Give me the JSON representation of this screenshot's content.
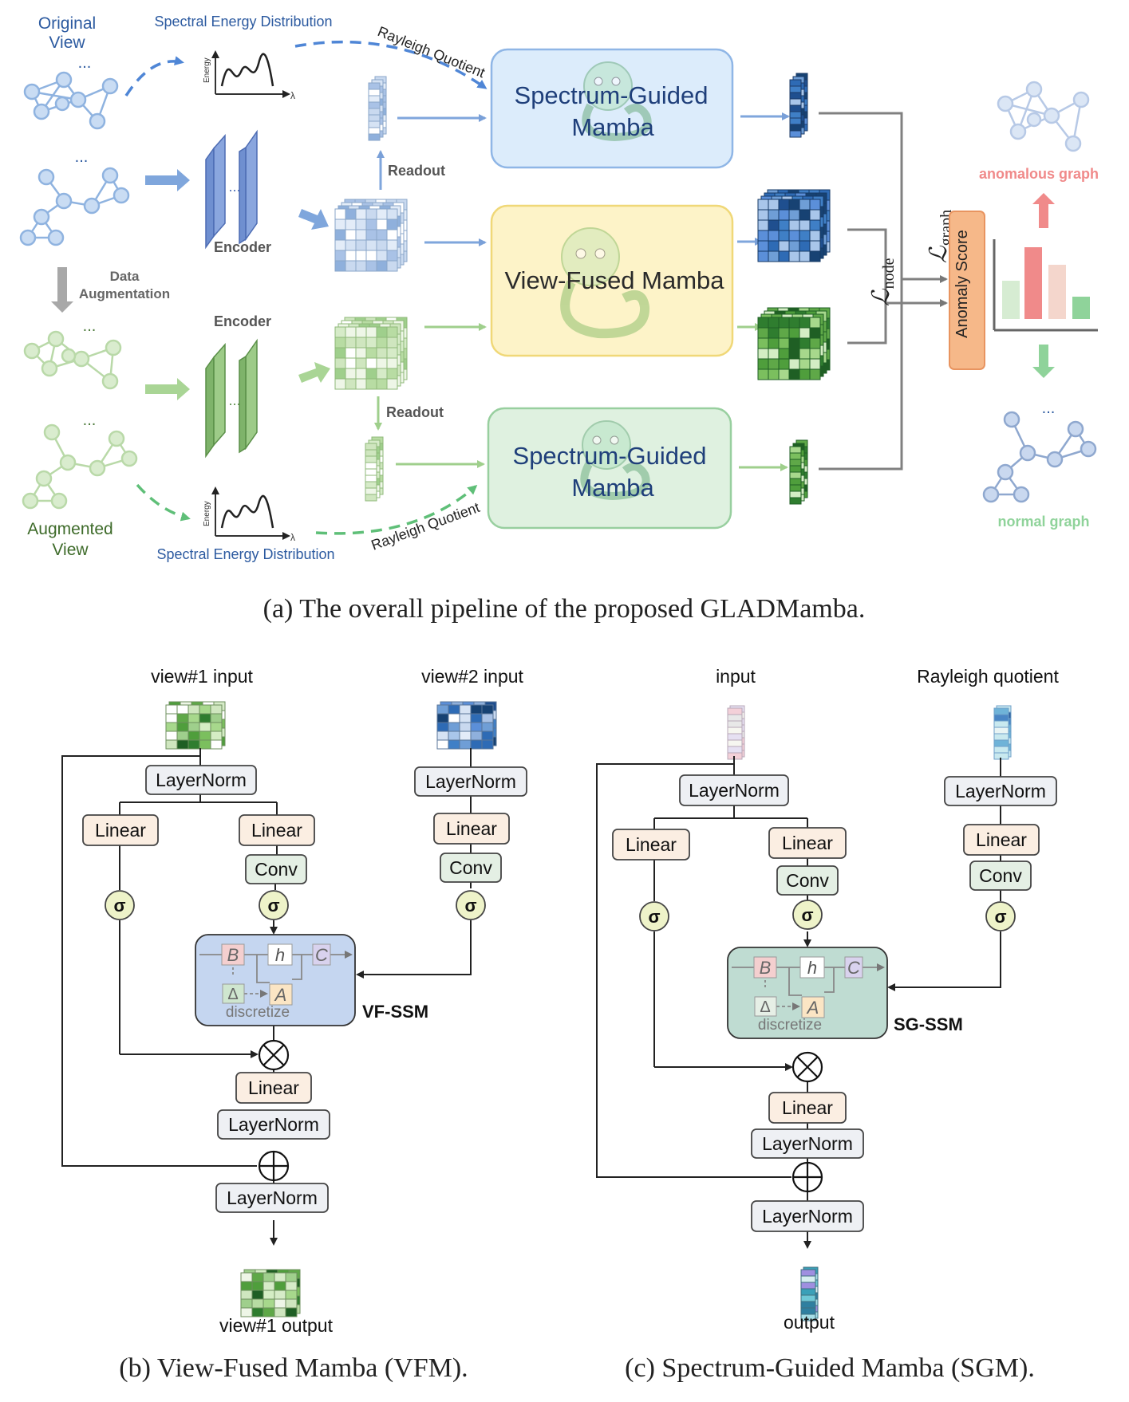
{
  "panel_a": {
    "original_view_line1": "Original",
    "original_view_line2": "View",
    "augmented_view_line1": "Augmented",
    "augmented_view_line2": "View",
    "ellipsis": "...",
    "spectral_energy_top": "Spectral Energy Distribution",
    "spectral_energy_bottom": "Spectral Energy Distribution",
    "energy_axis": "Energy",
    "lambda_axis": "λ",
    "rayleigh_top": "Rayleigh Quotient",
    "rayleigh_bottom": "Rayleigh Quotient",
    "encoder_top": "Encoder",
    "encoder_bottom": "Encoder",
    "encoder_dots": "...",
    "data_augmentation_line1": "Data",
    "data_augmentation_line2": "Augmentation",
    "readout_top": "Readout",
    "readout_bottom": "Readout",
    "sgm_top_line1": "Spectrum-Guided",
    "sgm_top_line2": "Mamba",
    "vfm_label": "View-Fused Mamba",
    "sgm_bottom_line1": "Spectrum-Guided",
    "sgm_bottom_line2": "Mamba",
    "loss_node": "ℒ",
    "loss_node_sub": "node",
    "loss_graph": "ℒ",
    "loss_graph_sub": "graph",
    "anomaly_score": "Anomaly Score",
    "anomalous_graph": "anomalous graph",
    "normal_graph": "normal graph",
    "caption": "(a) The overall pipeline of the proposed GLADMamba."
  },
  "panel_b": {
    "view1_input": "view#1 input",
    "view2_input": "view#2 input",
    "layernorm": "LayerNorm",
    "linear": "Linear",
    "conv": "Conv",
    "sigma": "σ",
    "ssm_B": "B",
    "ssm_h": "h",
    "ssm_C": "C",
    "ssm_delta": "Δ",
    "ssm_A": "A",
    "discretize": "discretize",
    "ssm_name": "VF-SSM",
    "output": "view#1 output",
    "caption": "(b) View-Fused Mamba (VFM)."
  },
  "panel_c": {
    "input": "input",
    "rayleigh_input": "Rayleigh quotient",
    "layernorm": "LayerNorm",
    "linear": "Linear",
    "conv": "Conv",
    "sigma": "σ",
    "ssm_B": "B",
    "ssm_h": "h",
    "ssm_C": "C",
    "ssm_delta": "Δ",
    "ssm_A": "A",
    "discretize": "discretize",
    "ssm_name": "SG-SSM",
    "output": "output",
    "caption": "(c) Spectrum-Guided Mamba (SGM)."
  },
  "colors": {
    "blue_accent": "#5b8fd9",
    "green_accent": "#8fc47a",
    "sgm_top_fill": "#dcecfb",
    "vfm_fill": "#fdf3c8",
    "sgm_bottom_fill": "#dff1e0",
    "anomaly_red": "#f08a8a",
    "normal_green": "#8fd39a",
    "score_orange": "#f6b889",
    "vf_ssm_fill": "#c5d6f0",
    "sg_ssm_fill": "#bfdcd2"
  }
}
